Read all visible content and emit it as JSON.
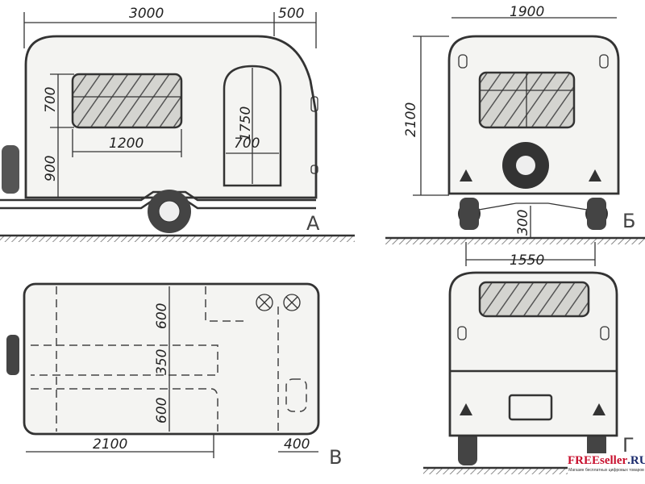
{
  "views": {
    "side": {
      "label": "А",
      "dims": {
        "length": "3000",
        "overhang": "500",
        "window_h": "700",
        "lower_h": "900",
        "window_w": "1200",
        "door_h": "1750",
        "door_w": "700"
      }
    },
    "rear": {
      "label": "Б",
      "dims": {
        "width": "1900",
        "height": "2100",
        "clearance": "300",
        "track": "1550"
      }
    },
    "plan": {
      "label": "В",
      "dims": {
        "bunk1": "600",
        "aisle": "350",
        "bunk2": "600",
        "bed_len": "2100",
        "drawbar": "400"
      }
    },
    "front": {
      "label": "Г"
    }
  },
  "watermark": {
    "brand": "FREEseller",
    "brand_suffix": ".RU",
    "tagline": "Магазин бесплатных цифровых товаров"
  }
}
